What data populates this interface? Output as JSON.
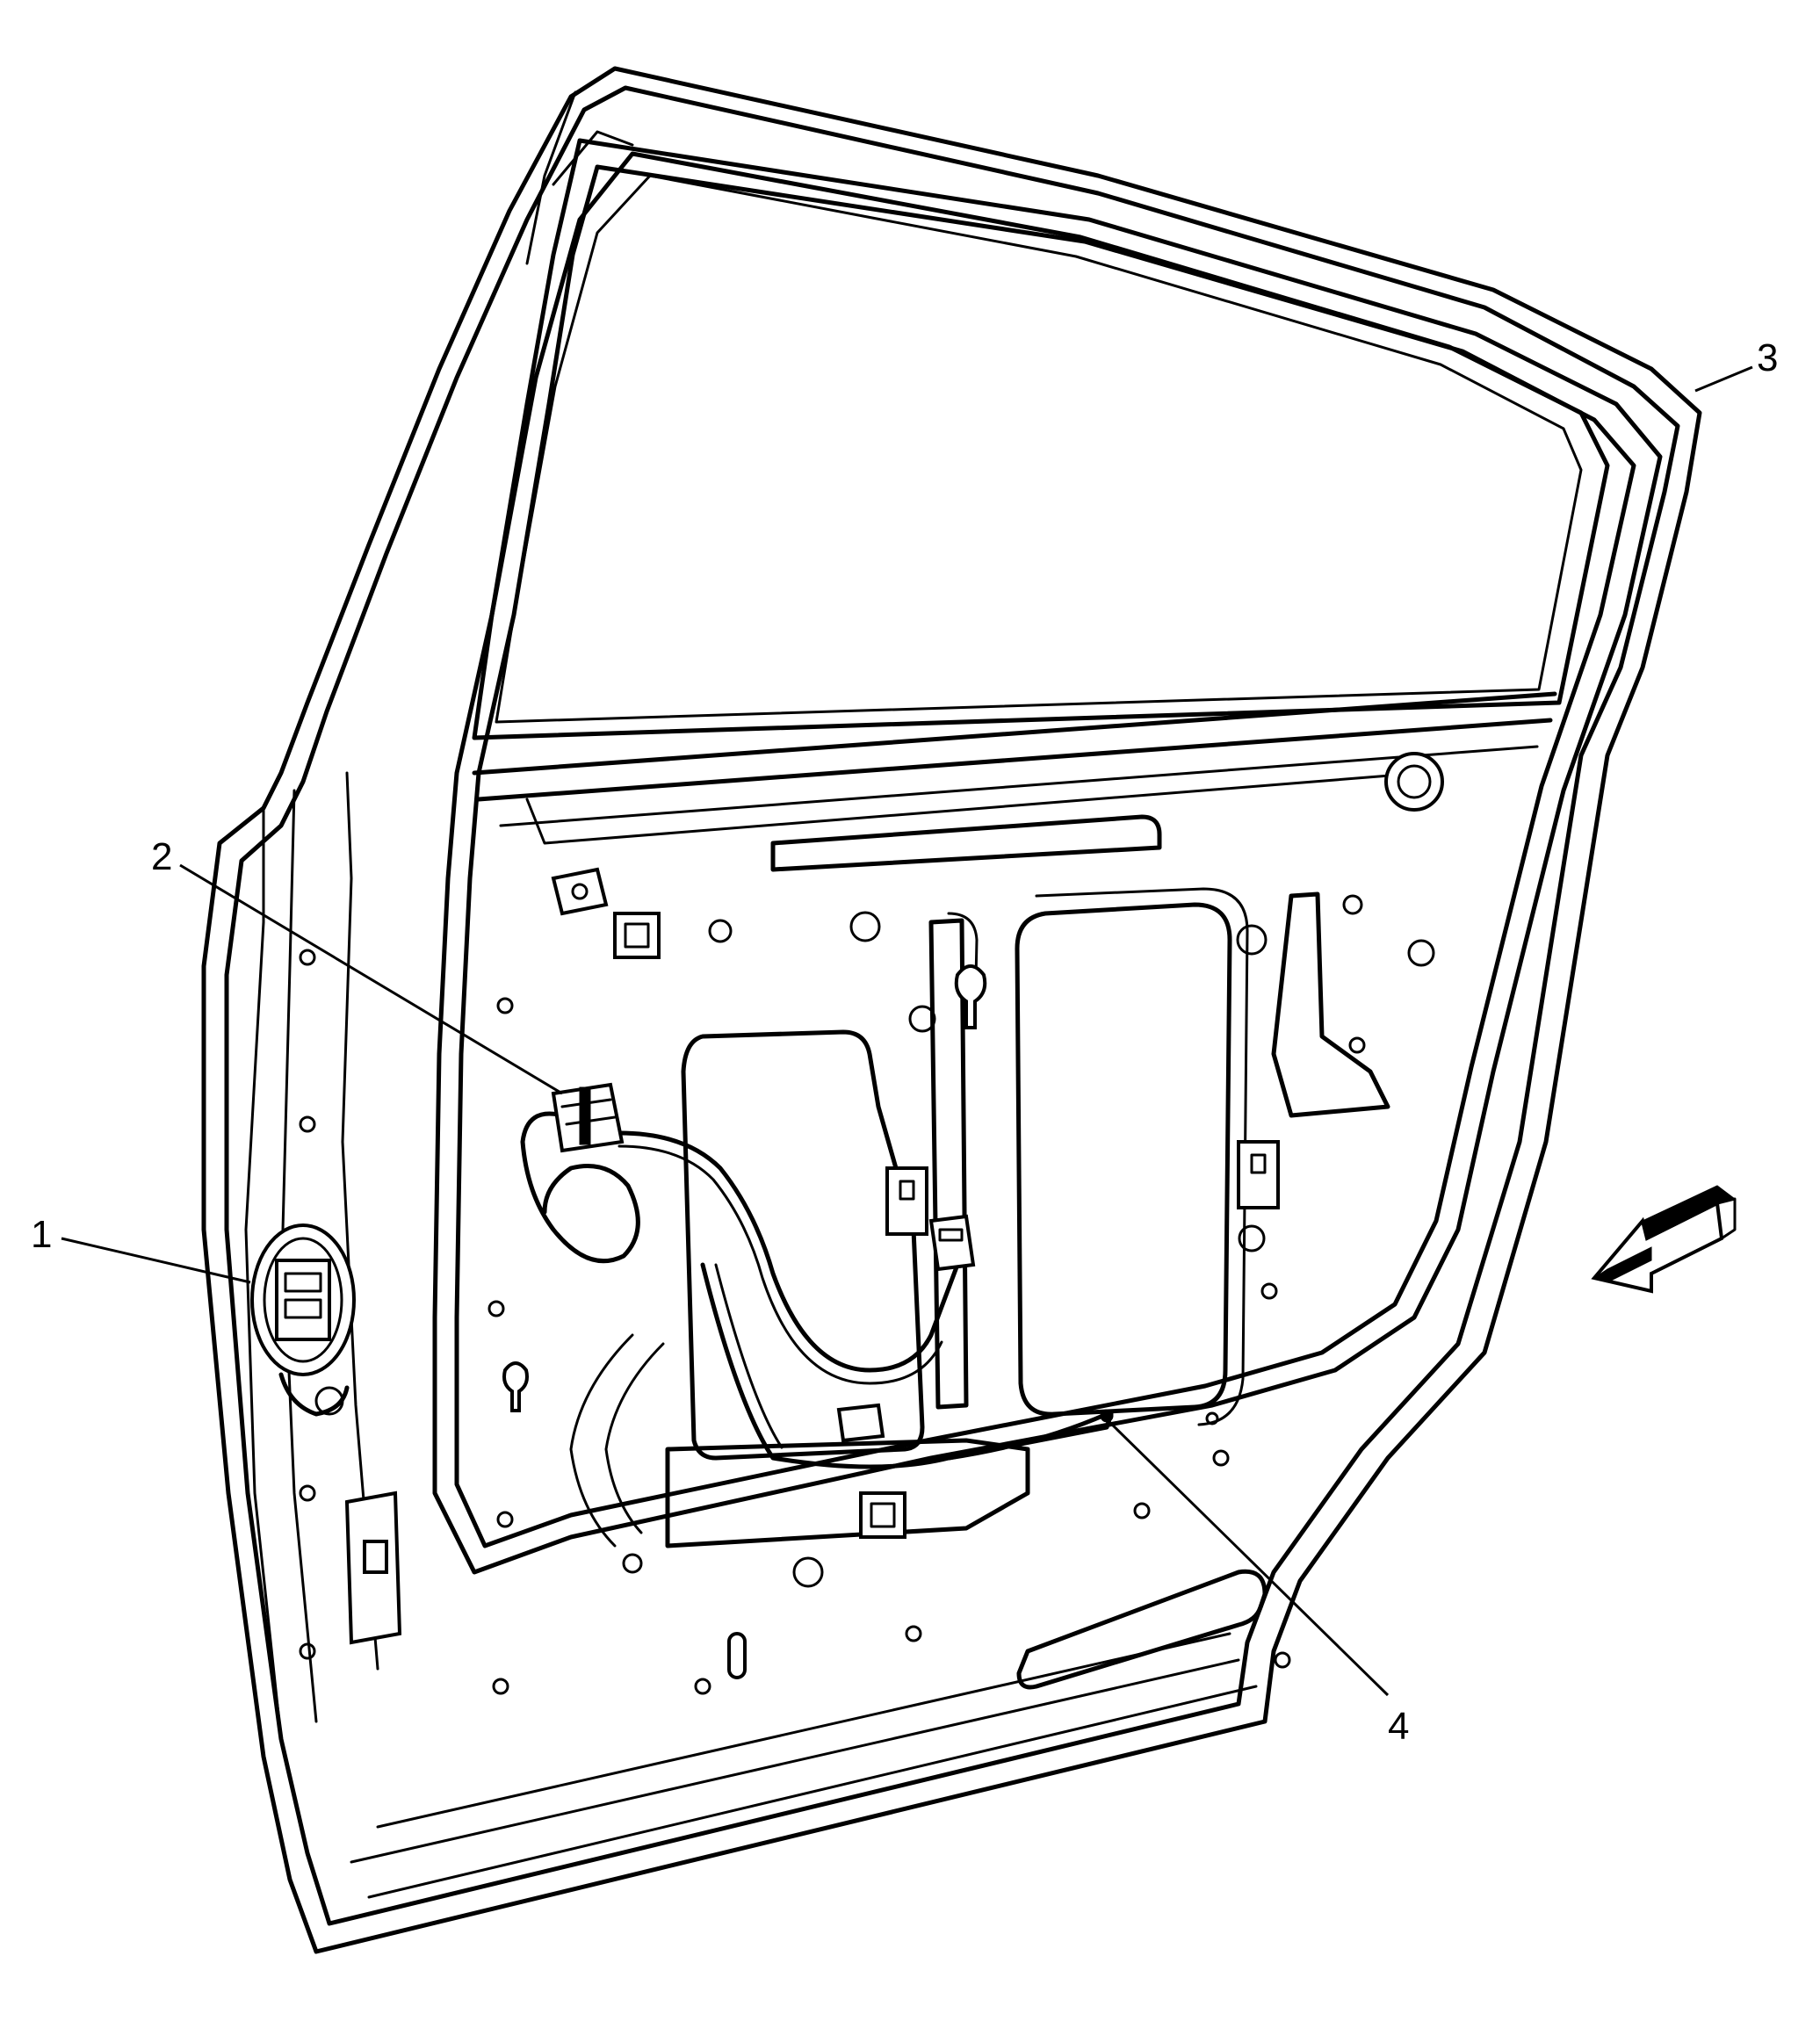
{
  "diagram": {
    "callouts": [
      {
        "id": 1,
        "label": "1"
      },
      {
        "id": 2,
        "label": "2"
      },
      {
        "id": 3,
        "label": "3"
      },
      {
        "id": 4,
        "label": "4"
      }
    ],
    "direction_arrow": "front-arrow-icon"
  }
}
